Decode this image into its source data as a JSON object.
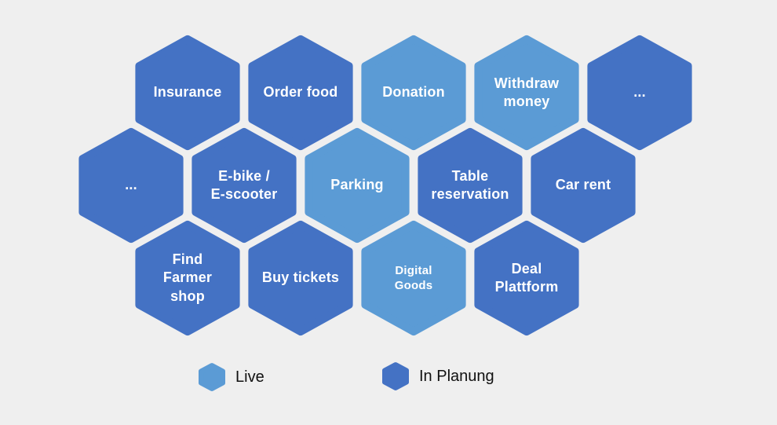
{
  "background": "#EFEFEF",
  "colors": {
    "live": "#5B9BD5",
    "planned": "#4472C4"
  },
  "hex_rows": [
    {
      "items": [
        {
          "name": "insurance",
          "label": "Insurance",
          "status": "planned"
        },
        {
          "name": "order-food",
          "label": "Order food",
          "status": "planned"
        },
        {
          "name": "donation",
          "label": "Donation",
          "status": "live"
        },
        {
          "name": "withdraw-money",
          "label": "Withdraw\nmoney",
          "status": "live"
        },
        {
          "name": "ellipsis-top",
          "label": "...",
          "status": "planned"
        }
      ]
    },
    {
      "items": [
        {
          "name": "ellipsis-left",
          "label": "...",
          "status": "planned"
        },
        {
          "name": "e-bike-e-scooter",
          "label": "E-bike /\nE-scooter",
          "status": "planned"
        },
        {
          "name": "parking",
          "label": "Parking",
          "status": "live"
        },
        {
          "name": "table-reservation",
          "label": "Table\nreservation",
          "status": "planned"
        },
        {
          "name": "car-rent",
          "label": "Car rent",
          "status": "planned"
        }
      ]
    },
    {
      "items": [
        {
          "name": "find-farmer-shop",
          "label": "Find\nFarmer\nshop",
          "status": "planned"
        },
        {
          "name": "buy-tickets",
          "label": "Buy tickets",
          "status": "planned"
        },
        {
          "name": "digital-goods",
          "label": "Digital\nGoods",
          "status": "live",
          "small": true
        },
        {
          "name": "deal-plattform",
          "label": "Deal\nPlattform",
          "status": "planned"
        }
      ]
    }
  ],
  "legend": [
    {
      "name": "live",
      "label": "Live",
      "status": "live"
    },
    {
      "name": "in-planung",
      "label": "In Planung",
      "status": "planned"
    }
  ]
}
